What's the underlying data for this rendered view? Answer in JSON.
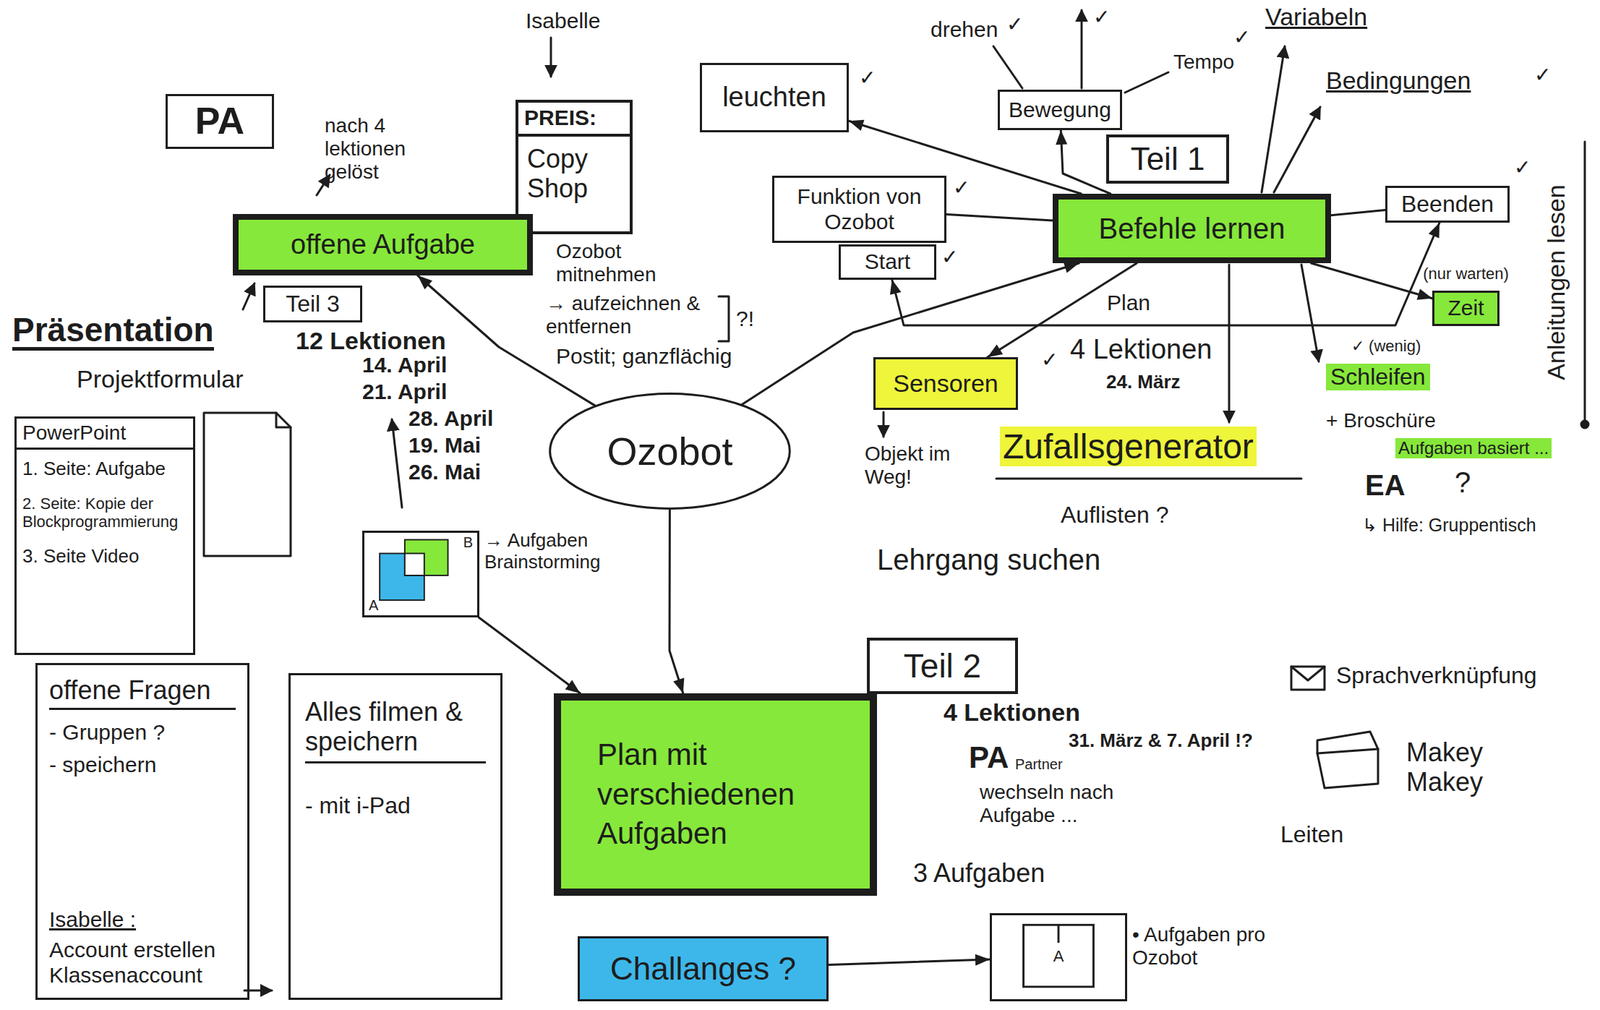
{
  "diagram": {
    "nodes": [
      {
        "text": [
          "PA"
        ]
      },
      {
        "text": [
          "PREIS:",
          "Copy Shop"
        ]
      },
      {
        "text": [
          "leuchten"
        ]
      },
      {
        "text": [
          "Bewegung"
        ]
      },
      {
        "text": [
          "Teil 1"
        ]
      },
      {
        "text": [
          "offene Aufgabe"
        ]
      },
      {
        "text": [
          "Funktion von Ozobot"
        ]
      },
      {
        "text": [
          "Beenden"
        ]
      },
      {
        "text": [
          "Befehle lernen"
        ]
      },
      {
        "text": [
          "Teil 3"
        ]
      },
      {
        "text": [
          "Start"
        ]
      },
      {
        "text": [
          "(nur warten)",
          "Zeit"
        ]
      },
      {
        "text": [
          "Sensoren"
        ]
      },
      {
        "text": [
          "Ozobot"
        ]
      },
      {
        "text": [
          "PowerPoint",
          "1. Seite: Aufgabe",
          "2. Seite: Kopie der Blockprogrammierung",
          "3. Seite Video"
        ]
      },
      {
        "text": [
          "B",
          "A"
        ]
      },
      {
        "text": [
          "Teil 2"
        ]
      },
      {
        "text": [
          "offene Fragen",
          "- Gruppen ?",
          "- speichern",
          "Isabelle :",
          "Account erstellen Klassenaccount"
        ]
      },
      {
        "text": [
          "Alles filmen & speichern",
          "- mit i-Pad"
        ]
      },
      {
        "text": [
          "Plan mit verschiedenen Aufgaben"
        ]
      },
      {
        "text": [
          "A"
        ]
      },
      {
        "text": [
          "Challanges ?"
        ]
      }
    ],
    "edges": [
      {
        "from": 13,
        "to": 5,
        "arrow": "to"
      },
      {
        "from": 13,
        "to": 8,
        "arrow": "to"
      },
      {
        "from": 13,
        "to": 19,
        "arrow": "to"
      },
      {
        "from": 15,
        "to": 19,
        "arrow": "to"
      },
      {
        "from": 8,
        "to": 2,
        "arrow": "to"
      },
      {
        "from": 8,
        "to": 3,
        "arrow": "to"
      },
      {
        "from": 8,
        "to": 6,
        "arrow": "none"
      },
      {
        "from": 8,
        "to": 7,
        "arrow": "none"
      },
      {
        "from": 8,
        "to": 11,
        "arrow": "to"
      },
      {
        "from": 8,
        "to": 12,
        "arrow": "to"
      },
      {
        "from": 10,
        "to": 7,
        "arrow": "both"
      },
      {
        "from": 21,
        "to": 20,
        "arrow": "to"
      }
    ],
    "labels": [
      "Isabelle",
      "nach 4 lektionen gelöst",
      "Ozobot mitnehmen",
      "→ aufzeichnen & entfernen",
      "?!",
      "Postit; ganzflächig",
      "drehen",
      "✓",
      "✓",
      "Tempo",
      "✓",
      "Variabeln",
      "Bedingungen",
      "✓",
      "✓",
      "✓",
      "✓",
      "✓",
      "Präsentation",
      "12 Lektionen",
      "Projektformular",
      "14. April",
      "21. April",
      "28. April",
      "19. Mai",
      "26. Mai",
      "Plan",
      "4 Lektionen",
      "24. März",
      "✓",
      "✓ (wenig)",
      "Schleifen",
      "Objekt im Weg!",
      "Zufallsgenerator",
      "+ Broschüre",
      "Aufgaben basiert ...",
      "Anleitungen lesen",
      "EA",
      "?",
      "↳ Hilfe: Gruppentisch",
      "Auflisten ?",
      "Lehrgang suchen",
      "→ Aufgaben Brainstorming",
      "4 Lektionen",
      "31. März & 7. April !?",
      "PA",
      "Partner",
      "wechseln nach Aufgabe ...",
      "3 Aufgaben",
      "• Aufgaben pro Ozobot",
      "Sprachverknüpfung",
      "Makey Makey",
      "Leiten"
    ]
  }
}
